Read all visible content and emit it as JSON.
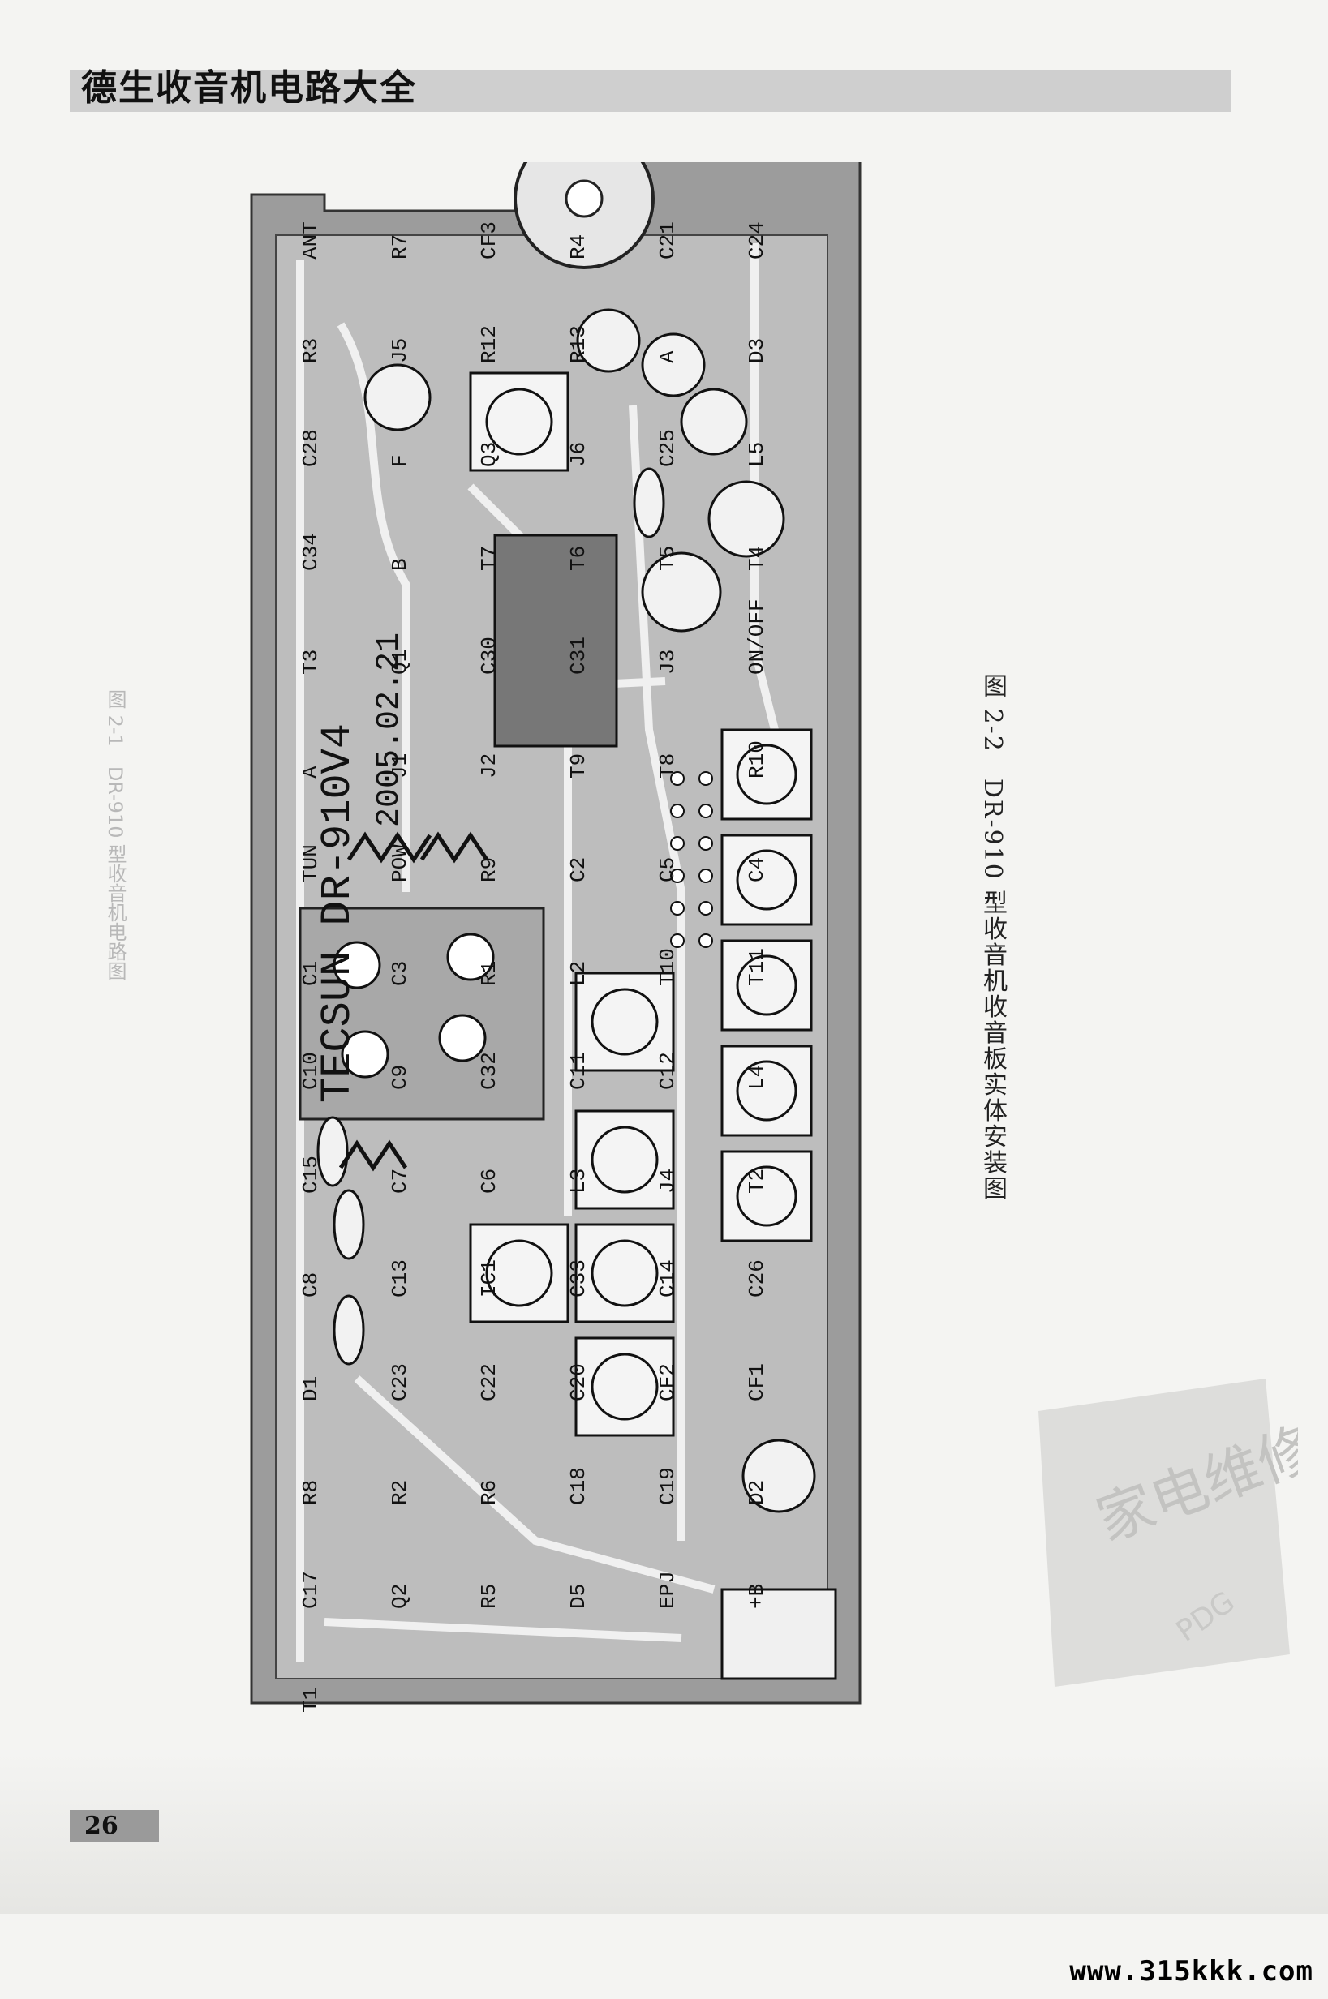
{
  "header": {
    "title": "德生收音机电路大全"
  },
  "figure": {
    "caption": "图 2-2　DR-910 型收音机收音板实体安装图",
    "board_marking": "TECSUN DR-910V4",
    "board_date": "2005.02.21",
    "components": [
      "ANT",
      "R7",
      "CF3",
      "R4",
      "C21",
      "C24",
      "R3",
      "J5",
      "R12",
      "R13",
      "A",
      "D3",
      "C28",
      "F",
      "Q3",
      "J6",
      "C25",
      "L5",
      "C34",
      "B",
      "T7",
      "T6",
      "T5",
      "T4",
      "T3",
      "Q1",
      "C30",
      "C31",
      "J3",
      "ON/OFF",
      "A",
      "J1",
      "J2",
      "T9",
      "T8",
      "R10",
      "TUN",
      "POW",
      "R9",
      "C2",
      "C5",
      "C4",
      "C1",
      "C3",
      "R1",
      "L2",
      "T10",
      "T11",
      "C10",
      "C9",
      "C32",
      "C11",
      "C12",
      "L4",
      "C15",
      "C7",
      "C6",
      "L3",
      "J4",
      "T2",
      "C8",
      "C13",
      "IC1",
      "C33",
      "C14",
      "C26",
      "D1",
      "C23",
      "C22",
      "C20",
      "CF2",
      "CF1",
      "R8",
      "R2",
      "R6",
      "C18",
      "C19",
      "D2",
      "C17",
      "Q2",
      "R5",
      "D5",
      "EPJ",
      "+B",
      "T1"
    ]
  },
  "ghost_text": "图 2-1　DR-910 型收音机电路图",
  "page_number": "26",
  "watermark": {
    "seal_text": "家电维修",
    "seal_badge": "PDG"
  },
  "site_url": "www.315kkk.com"
}
